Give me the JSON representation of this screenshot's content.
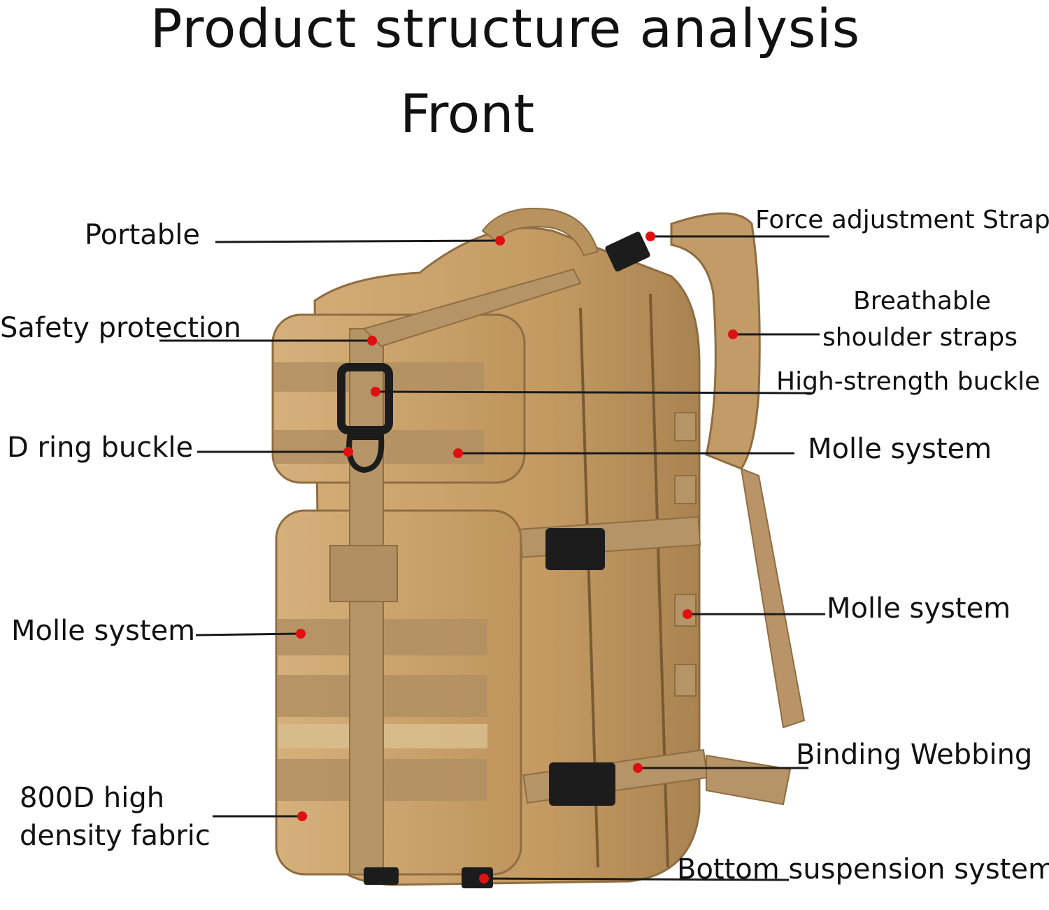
{
  "title": "Product structure analysis",
  "subtitle": "Front",
  "labels": {
    "portable": "Portable",
    "safety": "Safety protection",
    "dring": "D ring buckle",
    "molle_left": "Molle system",
    "fabric_1": "800D high",
    "fabric_2": "density fabric",
    "force": "Force adjustment Strap",
    "breath_1": "Breathable",
    "breath_2": "shoulder straps",
    "buckle": "High-strength buckle",
    "molle_right1": "Molle system",
    "molle_right2": "Molle system",
    "binding": "Binding Webbing",
    "bottom": "Bottom suspension system"
  },
  "colors": {
    "marker": "#e01010",
    "leader": "#1a1a1a",
    "fabric": "#c9a06a",
    "fabric_dark": "#a98350",
    "webbing": "#b59468",
    "buckle": "#1c1c1c"
  }
}
